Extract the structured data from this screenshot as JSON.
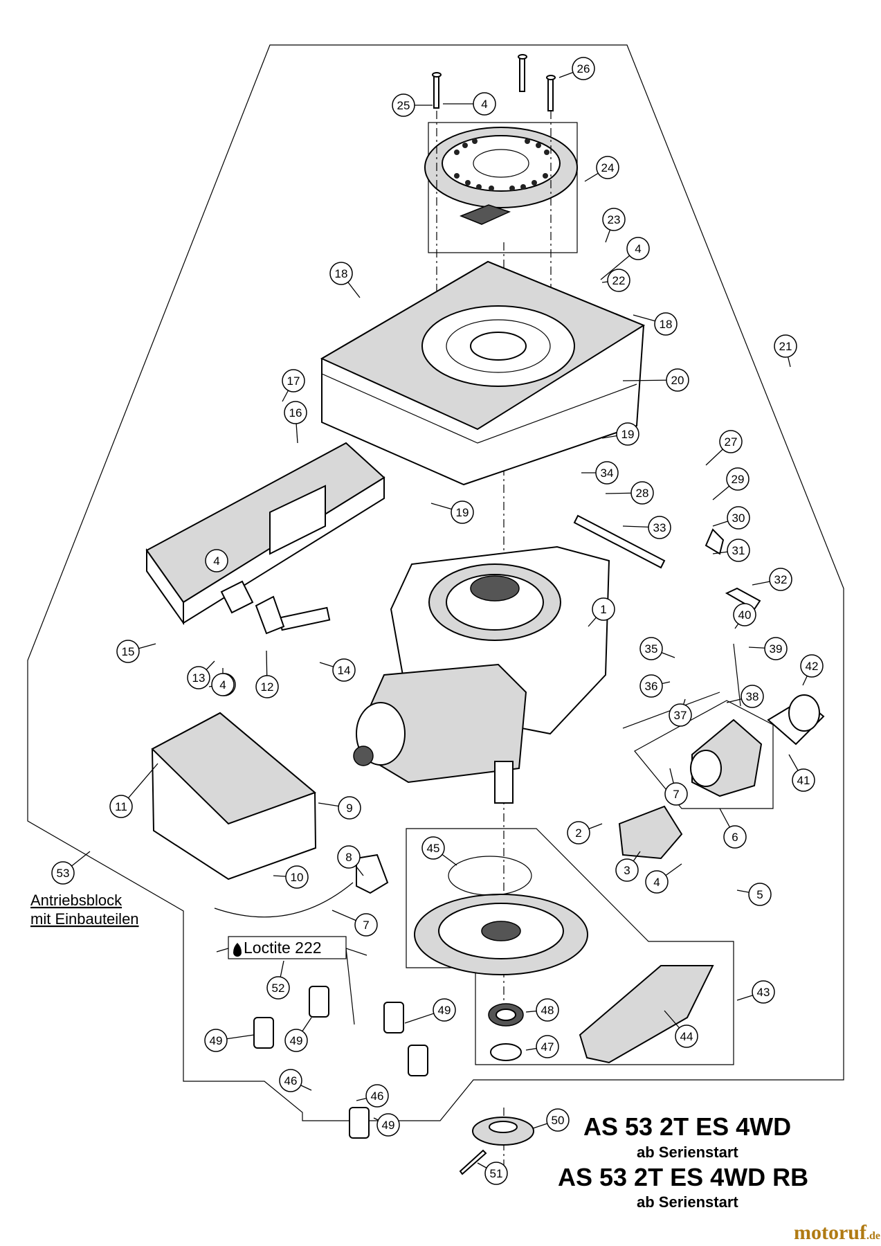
{
  "title": {
    "line1": "AS 53 2T ES 4WD",
    "line2": "ab Serienstart",
    "line3": "AS 53 2T ES 4WD RB",
    "line4": "ab Serienstart"
  },
  "assembly_note": {
    "line1": "Antriebsblock",
    "line2": "mit Einbauteilen"
  },
  "loctite_label": "Loctite 222",
  "brand": {
    "name": "motoruf",
    "suffix": ".de"
  },
  "icons": {
    "drop": "drop-icon"
  },
  "callouts": [
    {
      "num": "1"
    },
    {
      "num": "2"
    },
    {
      "num": "3"
    },
    {
      "num": "4"
    },
    {
      "num": "4"
    },
    {
      "num": "4"
    },
    {
      "num": "4"
    },
    {
      "num": "4"
    },
    {
      "num": "4"
    },
    {
      "num": "5"
    },
    {
      "num": "6"
    },
    {
      "num": "7"
    },
    {
      "num": "7"
    },
    {
      "num": "8"
    },
    {
      "num": "9"
    },
    {
      "num": "10"
    },
    {
      "num": "11"
    },
    {
      "num": "12"
    },
    {
      "num": "13"
    },
    {
      "num": "14"
    },
    {
      "num": "15"
    },
    {
      "num": "16"
    },
    {
      "num": "17"
    },
    {
      "num": "18"
    },
    {
      "num": "18"
    },
    {
      "num": "19"
    },
    {
      "num": "19"
    },
    {
      "num": "20"
    },
    {
      "num": "21"
    },
    {
      "num": "22"
    },
    {
      "num": "23"
    },
    {
      "num": "24"
    },
    {
      "num": "25"
    },
    {
      "num": "26"
    },
    {
      "num": "27"
    },
    {
      "num": "28"
    },
    {
      "num": "29"
    },
    {
      "num": "30"
    },
    {
      "num": "31"
    },
    {
      "num": "32"
    },
    {
      "num": "33"
    },
    {
      "num": "34"
    },
    {
      "num": "35"
    },
    {
      "num": "36"
    },
    {
      "num": "37"
    },
    {
      "num": "38"
    },
    {
      "num": "39"
    },
    {
      "num": "40"
    },
    {
      "num": "41"
    },
    {
      "num": "42"
    },
    {
      "num": "43"
    },
    {
      "num": "44"
    },
    {
      "num": "45"
    },
    {
      "num": "46"
    },
    {
      "num": "46"
    },
    {
      "num": "47"
    },
    {
      "num": "48"
    },
    {
      "num": "49"
    },
    {
      "num": "49"
    },
    {
      "num": "49"
    },
    {
      "num": "49"
    },
    {
      "num": "50"
    },
    {
      "num": "51"
    },
    {
      "num": "52"
    },
    {
      "num": "53"
    }
  ]
}
